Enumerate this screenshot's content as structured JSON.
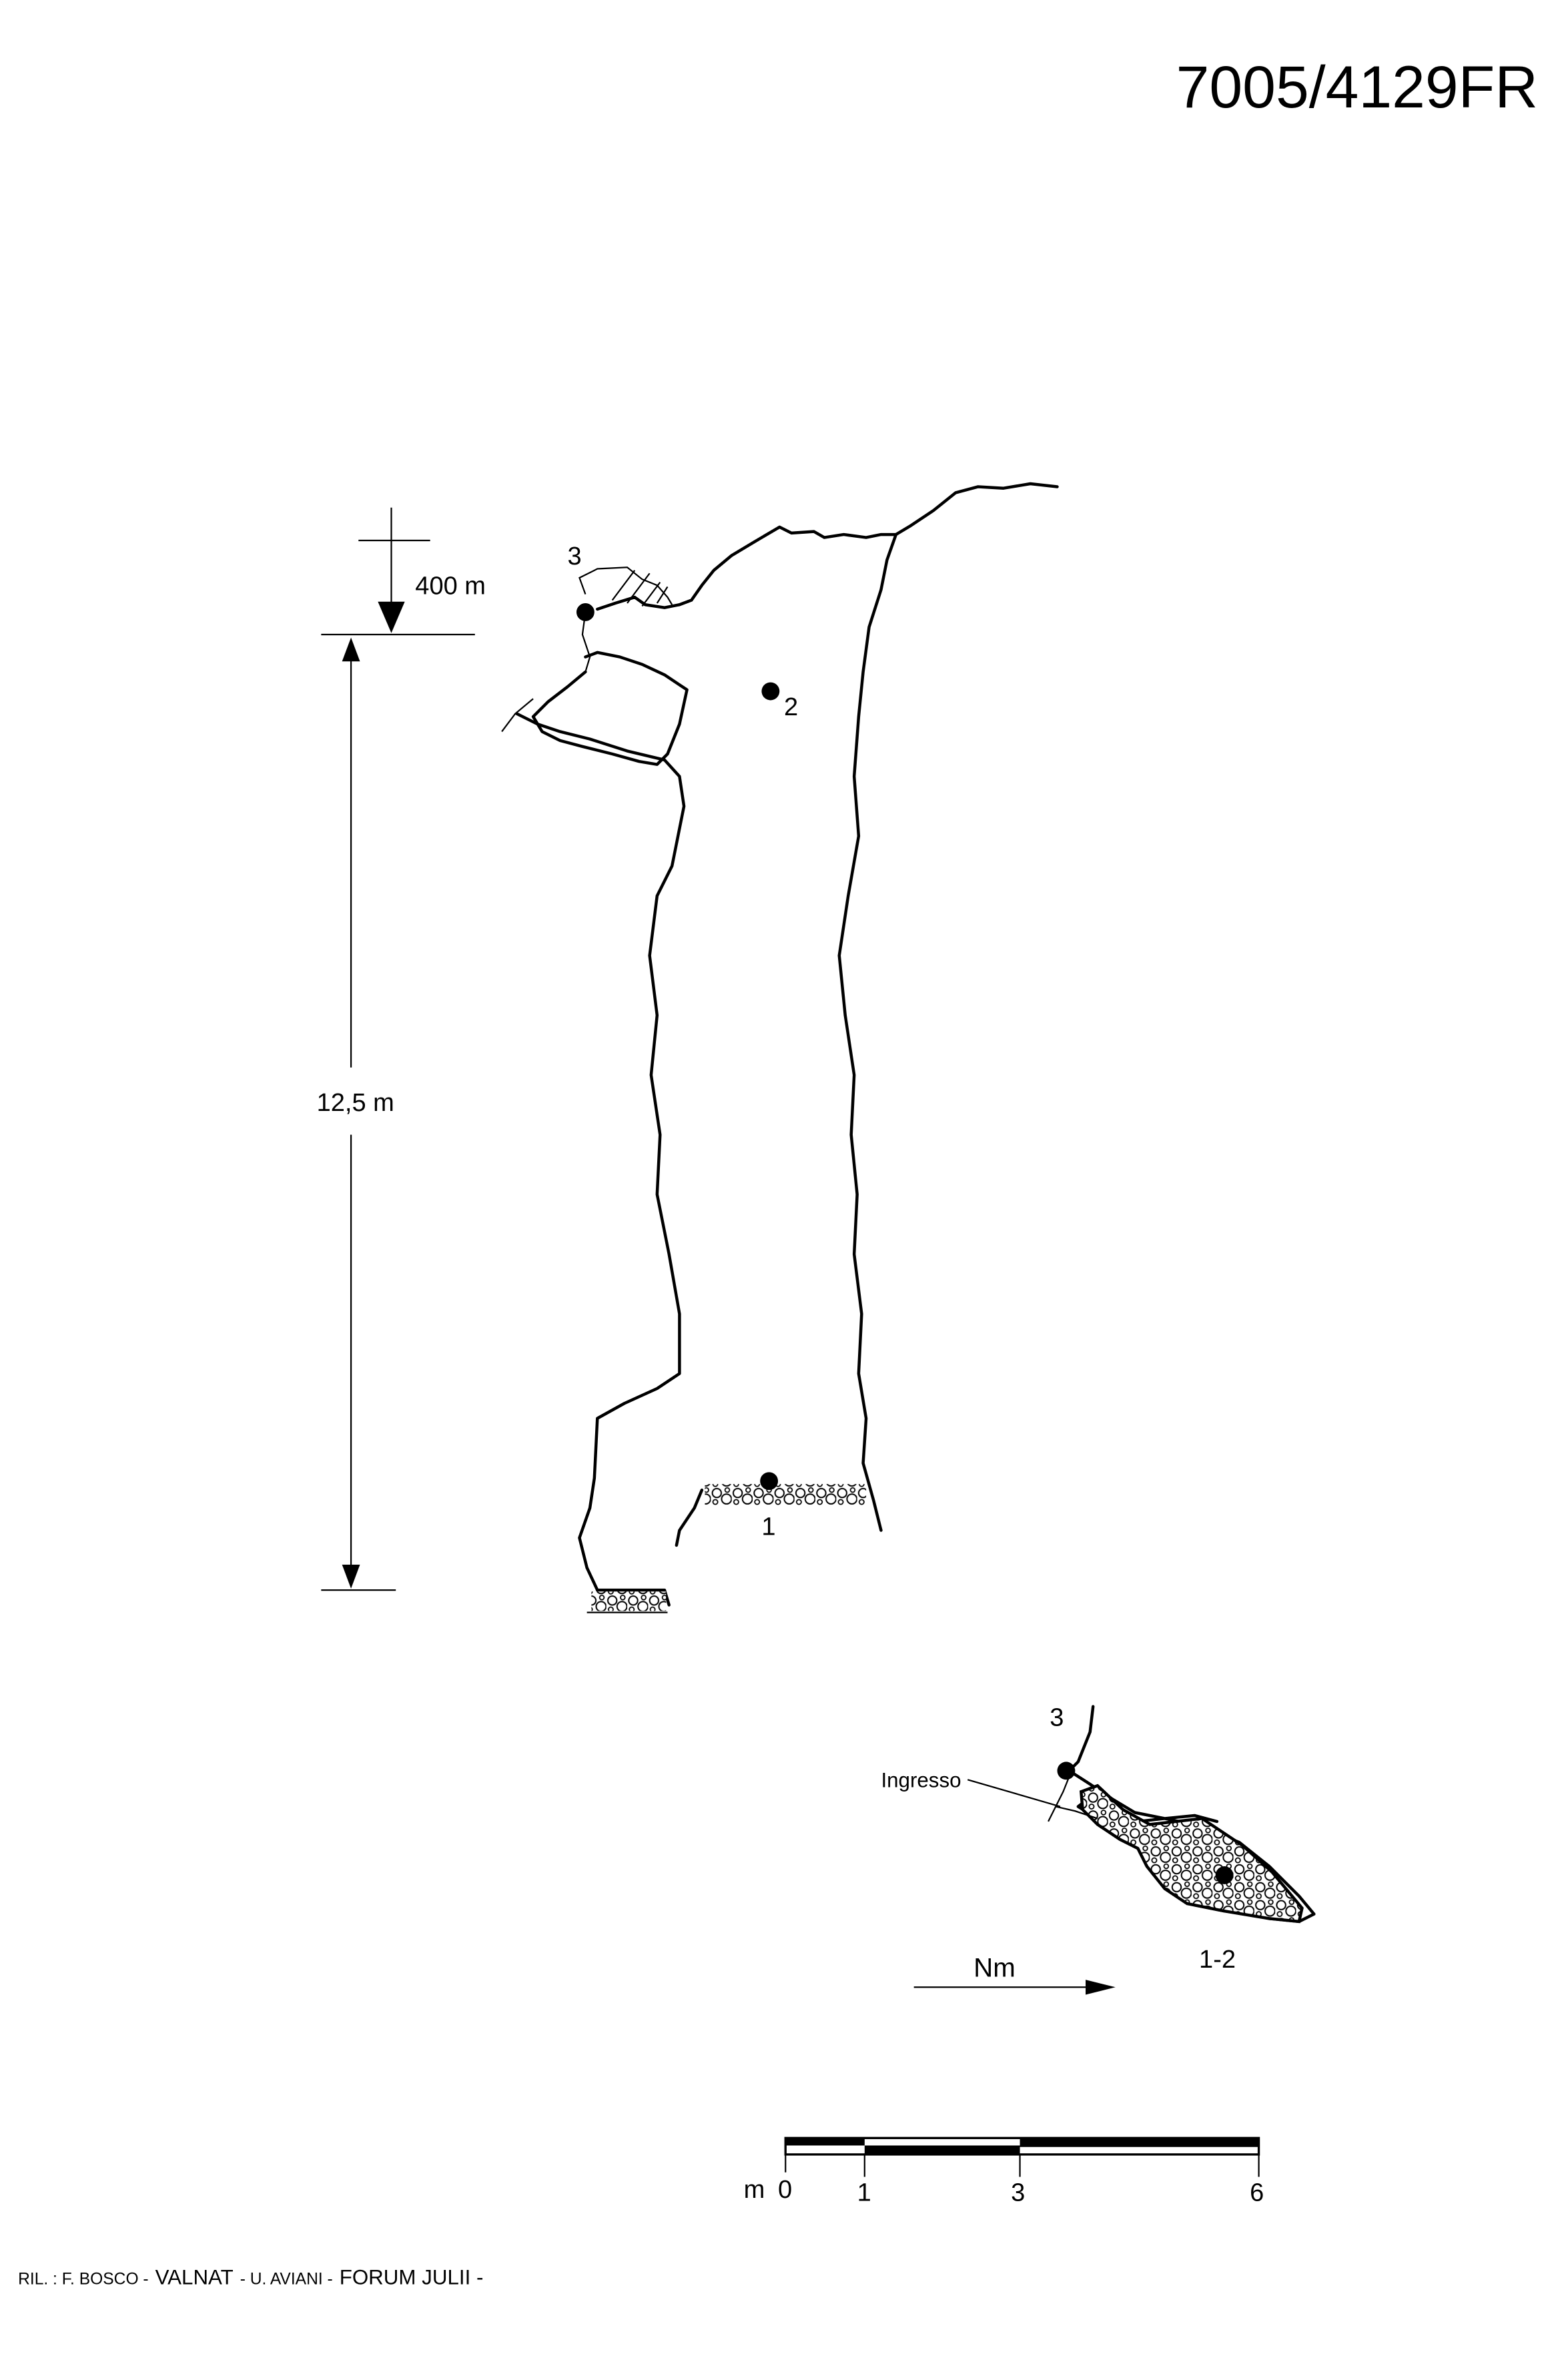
{
  "title": "7005/4129FR",
  "section": {
    "depth_label": "400 m",
    "height_label": "12,5 m",
    "points": [
      "3",
      "2",
      "1"
    ]
  },
  "plan": {
    "entrance_label": "Ingresso",
    "point_top": "3",
    "point_bottom": "1-2",
    "north_label": "Nm"
  },
  "scale_bar": {
    "unit": "m",
    "ticks": [
      "0",
      "1",
      "3",
      "6"
    ]
  },
  "credits": {
    "part1": "RIL. : F. BOSCO -",
    "part2": "VALNAT",
    "part3": "- U. AVIANI -",
    "part4": "FORUM JULII -"
  },
  "colors": {
    "ink": "#000000",
    "paper": "#ffffff"
  }
}
